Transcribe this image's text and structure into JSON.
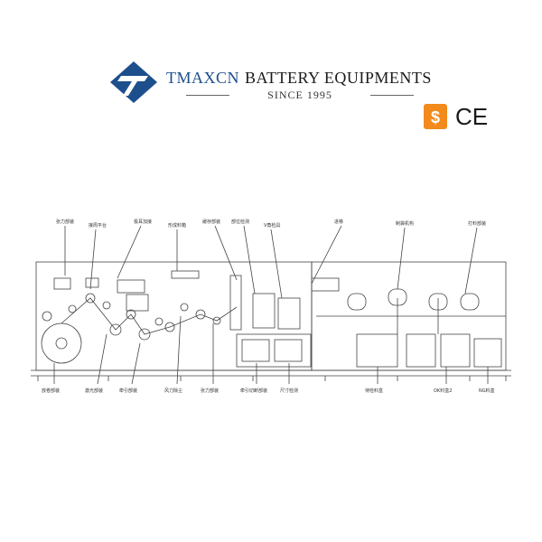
{
  "brand": {
    "name": "TMAXCN",
    "tagline": "BATTERY EQUIPMENTS",
    "since": "SINCE 1995",
    "colors": {
      "brand_blue": "#1d4f8c",
      "ccc_orange": "#f28a1c",
      "line": "#444444"
    }
  },
  "certifications": [
    {
      "icon": "ccc-icon"
    },
    {
      "label": "CE",
      "icon": "ce-icon"
    }
  ],
  "diagram": {
    "labels_top": [
      "张力部装",
      "接周平台",
      "极耳加接",
      "形成料箱",
      "缓存部装",
      "部位检测",
      "V角检具",
      "进移",
      "制袋机构",
      "打料部装"
    ],
    "labels_bottom": [
      "放卷部装",
      "激光部装",
      "牵引部装",
      "风刀除尘",
      "张力部装",
      "牵引切断部装",
      "尺寸检测",
      "待检料盒",
      "OK料盒2",
      "NG料盒"
    ]
  }
}
